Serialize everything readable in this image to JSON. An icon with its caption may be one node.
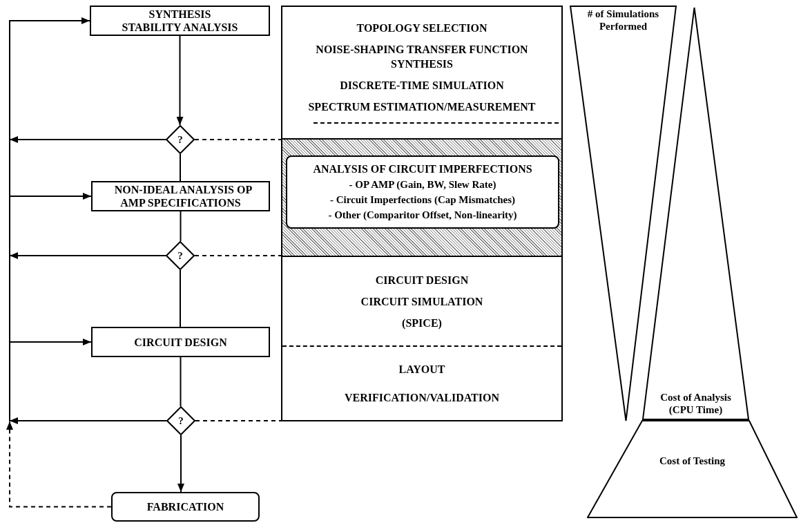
{
  "diagram": {
    "nodes": [
      {
        "text": [
          "SYNTHESIS STABILITY ANALYSIS"
        ]
      },
      {
        "text": [
          "?"
        ]
      },
      {
        "text": [
          "NON-IDEAL ANALYSIS OP AMP SPECIFICATIONS"
        ]
      },
      {
        "text": [
          "?"
        ]
      },
      {
        "text": [
          "CIRCUIT DESIGN"
        ]
      },
      {
        "text": [
          "?"
        ]
      },
      {
        "text": [
          "FABRICATION"
        ]
      },
      {
        "text": [
          "TOPOLOGY SELECTION",
          "NOISE-SHAPING TRANSFER FUNCTION SYNTHESIS",
          "DISCRETE-TIME SIMULATION",
          "SPECTRUM ESTIMATION/MEASUREMENT"
        ]
      },
      {
        "text": [],
        "shape": "box"
      },
      {
        "text": [
          "ANALYSIS OF CIRCUIT IMPERFECTIONS",
          "- OP AMP (Gain, BW, Slew Rate)",
          "- Circuit Imperfections (Cap Mismatches)",
          "- Other (Comparitor Offset, Non-linearity)"
        ],
        "in": 8
      },
      {
        "text": [
          "CIRCUIT DESIGN",
          "CIRCUIT SIMULATION",
          "(SPICE)",
          "LAYOUT",
          "VERIFICATION/VALIDATION"
        ]
      },
      {
        "text": [
          "# of Simulations Performed"
        ]
      },
      {
        "text": [
          "Cost of Analysis (CPU Time)"
        ]
      },
      {
        "text": [
          "Cost of Testing"
        ]
      }
    ],
    "edges": [
      {
        "from": 0,
        "to": 1,
        "arrow": "to"
      },
      {
        "from": 1,
        "to": 2,
        "arrow": "none"
      },
      {
        "from": 2,
        "to": 3,
        "arrow": "none"
      },
      {
        "from": 3,
        "to": 4,
        "arrow": "none"
      },
      {
        "from": 4,
        "to": 5,
        "arrow": "none"
      },
      {
        "from": 5,
        "to": 6,
        "arrow": "to"
      },
      {
        "from": 1,
        "to": 7,
        "arrow": "none",
        "style": "dashed"
      },
      {
        "from": 3,
        "to": 8,
        "arrow": "none",
        "style": "dashed"
      },
      {
        "from": 5,
        "to": 10,
        "arrow": "none",
        "style": "dashed"
      },
      {
        "from": 1,
        "to": 0,
        "arrow": "to"
      },
      {
        "from": 3,
        "to": 0,
        "arrow": "to"
      },
      {
        "from": 3,
        "to": 2,
        "arrow": "to"
      },
      {
        "from": 5,
        "to": 0,
        "arrow": "to"
      },
      {
        "from": 5,
        "to": 2,
        "arrow": "to"
      },
      {
        "from": 5,
        "to": 4,
        "arrow": "to"
      },
      {
        "from": 6,
        "to": null,
        "arrow": "to",
        "style": "dashed"
      }
    ]
  }
}
